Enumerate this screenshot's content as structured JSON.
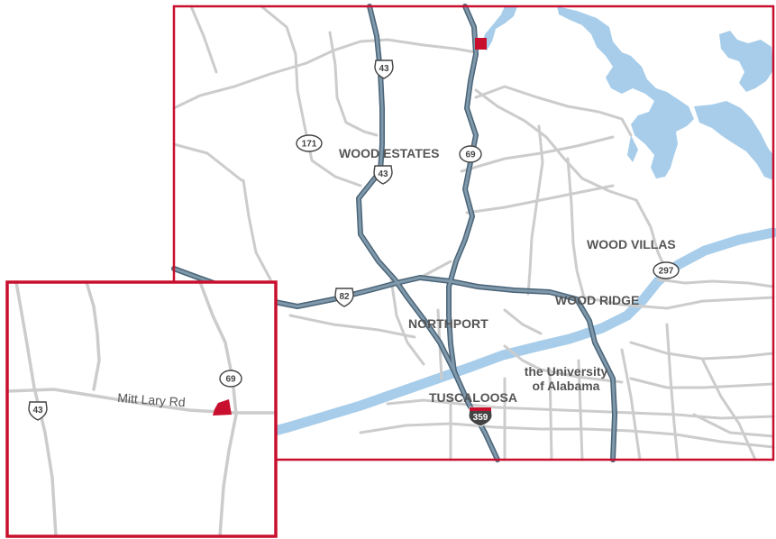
{
  "map": {
    "colors": {
      "frame": "#c8102e",
      "water": "#a7cdea",
      "road": "#cccccc",
      "highway": "#7f98aa",
      "highway_casing": "#4a6478",
      "label": "#555555"
    },
    "labels": {
      "wood_estates": "WOOD ESTATES",
      "wood_villas": "WOOD VILLAS",
      "wood_ridge": "WOOD RIDGE",
      "northport": "NORTHPORT",
      "university_line1": "the University",
      "university_line2": "of Alabama",
      "tuscaloosa": "TUSCALOOSA"
    },
    "shields": {
      "us43_north": "43",
      "us43_mid": "43",
      "al171": "171",
      "al69": "69",
      "us82": "82",
      "al297": "297",
      "i359": "359"
    },
    "inset": {
      "street_label": "Mitt Lary Rd",
      "shield_69": "69",
      "shield_43": "43"
    }
  }
}
